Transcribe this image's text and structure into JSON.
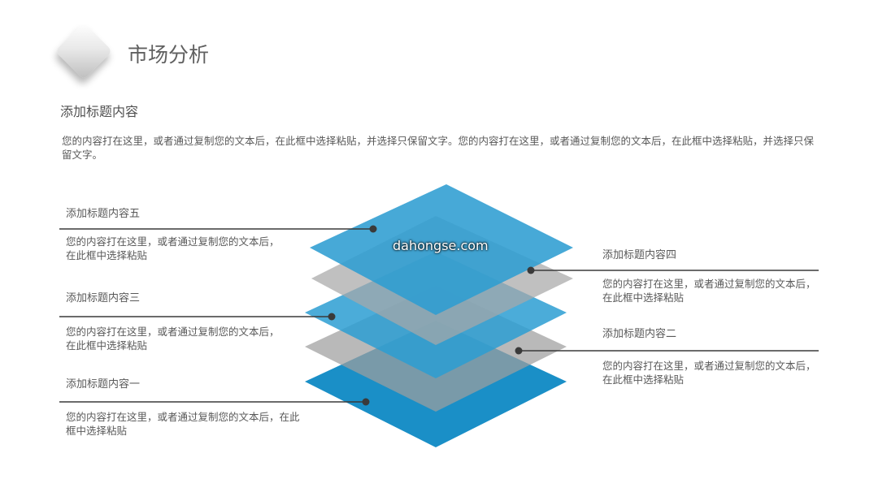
{
  "header": {
    "title": "市场分析"
  },
  "section": {
    "title": "添加标题内容",
    "body": "您的内容打在这里，或者通过复制您的文本后，在此框中选择粘贴，并选择只保留文字。您的内容打在这里，或者通过复制您的文本后，在此框中选择粘贴，并选择只保留文字。"
  },
  "items": [
    {
      "title": "添加标题内容五",
      "desc": "您的内容打在这里，或者通过复制您的文本后，在此框中选择粘贴"
    },
    {
      "title": "添加标题内容四",
      "desc": "您的内容打在这里，或者通过复制您的文本后，在此框中选择粘贴"
    },
    {
      "title": "添加标题内容三",
      "desc": "您的内容打在这里，或者通过复制您的文本后，在此框中选择粘贴"
    },
    {
      "title": "添加标题内容二",
      "desc": "您的内容打在这里，或者通过复制您的文本后，在此框中选择粘贴"
    },
    {
      "title": "添加标题内容一",
      "desc": "您的内容打在这里，或者通过复制您的文本后，在此框中选择粘贴"
    }
  ],
  "watermark": "dahongse.com",
  "colors": {
    "layer_blue": "#2f9fd0",
    "layer_blue_dark": "#1a8fc7",
    "layer_gray": "#b3b3b3",
    "connector": "#3a3a3a"
  }
}
